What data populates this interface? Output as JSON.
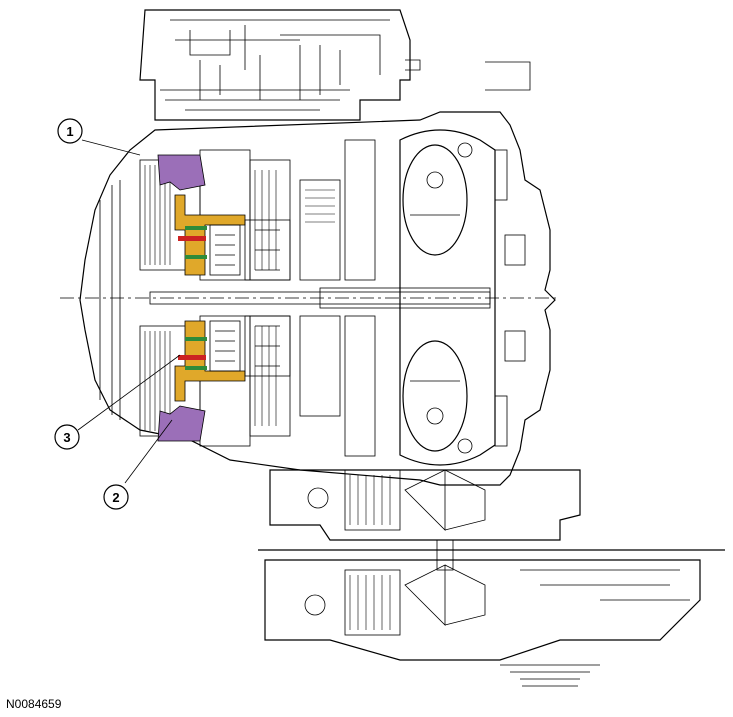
{
  "figure_id": "N0084659",
  "callouts": [
    {
      "label": "1"
    },
    {
      "label": "2"
    },
    {
      "label": "3"
    }
  ],
  "highlight_colors": {
    "piston": "#9b6fb8",
    "hub": "#e0a82a",
    "seal_green": "#2e8b3a",
    "seal_red": "#cc2222"
  }
}
